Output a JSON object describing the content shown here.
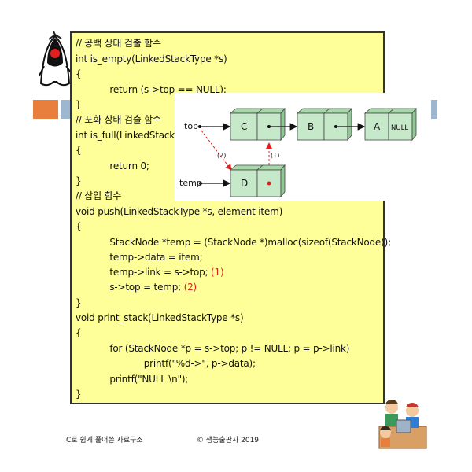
{
  "colors": {
    "panel_bg": "#ffff99",
    "node_fill": "#c6e9c9",
    "accent_red": "#e02020",
    "orange_bar": "#e97f3c",
    "blue_bar": "#9fb6cf"
  },
  "code": {
    "lines": [
      {
        "text": "// 공백 상태 검출 함수"
      },
      {
        "text": "int is_empty(LinkedStackType *s)"
      },
      {
        "text": "{"
      },
      {
        "text": "            return (s->top == NULL);"
      },
      {
        "text": "}"
      },
      {
        "text": "// 포화 상태 검출 함수"
      },
      {
        "text": "int is_full(LinkedStackType *s)"
      },
      {
        "text": "{"
      },
      {
        "text": "            return 0;"
      },
      {
        "text": "}"
      },
      {
        "text": "// 삽입 함수"
      },
      {
        "text": "void push(LinkedStackType *s, element item)"
      },
      {
        "text": "{"
      },
      {
        "text": "            StackNode *temp = (StackNode *)malloc(sizeof(StackNode));"
      },
      {
        "text": "            temp->data = item;"
      },
      {
        "text": "            temp->link = s->top; ",
        "mark": "(1)"
      },
      {
        "text": "            s->top = temp; ",
        "mark": "(2)"
      },
      {
        "text": "}"
      },
      {
        "text": "void print_stack(LinkedStackType *s)"
      },
      {
        "text": "{"
      },
      {
        "text": "            for (StackNode *p = s->top; p != NULL; p = p->link)"
      },
      {
        "text": "                        printf(\"%d->\", p->data);"
      },
      {
        "text": "            printf(\"NULL \\n\");"
      },
      {
        "text": "}"
      }
    ]
  },
  "diagram": {
    "top_label": "top",
    "temp_label": "temp",
    "nodes": [
      {
        "data": "C"
      },
      {
        "data": "B"
      },
      {
        "data": "A",
        "link": "NULL"
      },
      {
        "data": "D"
      }
    ],
    "step1": "(1)",
    "step2": "(2)"
  },
  "footer": {
    "book_title": "C로 쉽게 풀어쓴 자료구조",
    "copyright": "© 생능출판사 2019"
  },
  "icons": {
    "mascot": "java-duke-mascot-icon",
    "kids": "kids-at-computer-icon"
  }
}
